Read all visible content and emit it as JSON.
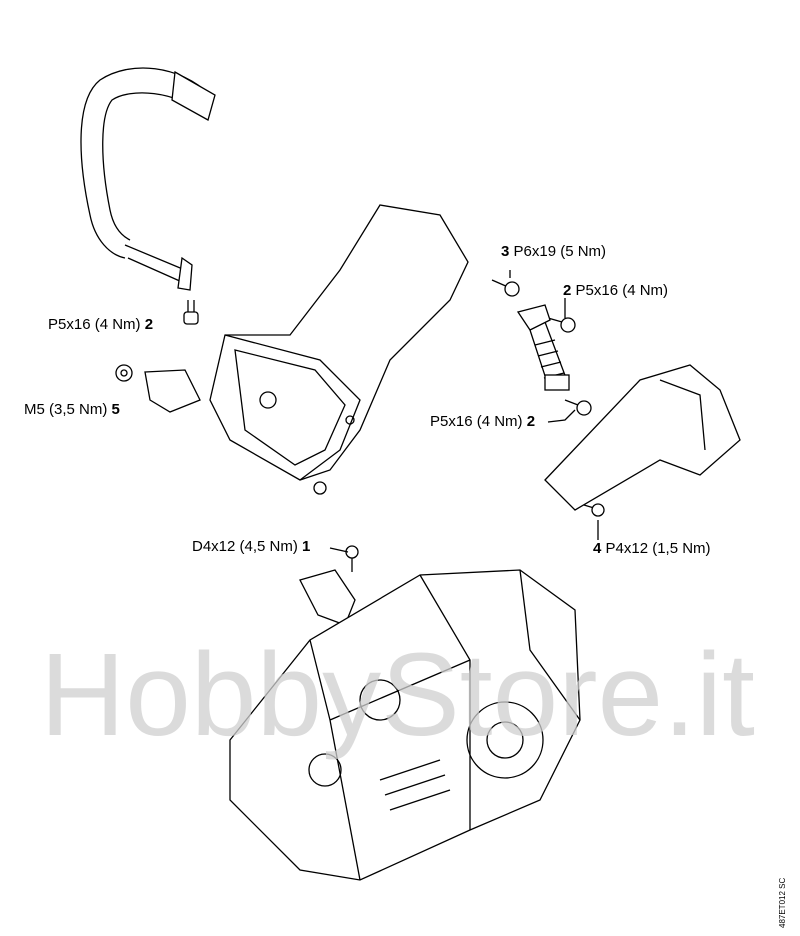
{
  "watermark": "HobbyStore.it",
  "drawing_code": "487ET012 SC",
  "callouts": [
    {
      "num": "2",
      "text": "P5x16 (4 Nm)"
    },
    {
      "num": "5",
      "text": "M5 (3,5 Nm)"
    },
    {
      "num": "3",
      "text": "P6x19 (5 Nm)"
    },
    {
      "num": "2",
      "text": "P5x16 (4 Nm)"
    },
    {
      "num": "2",
      "text": "P5x16 (4 Nm)"
    },
    {
      "num": "4",
      "text": "P4x12 (1,5 Nm)"
    },
    {
      "num": "1",
      "text": "D4x12 (4,5 Nm)"
    }
  ]
}
